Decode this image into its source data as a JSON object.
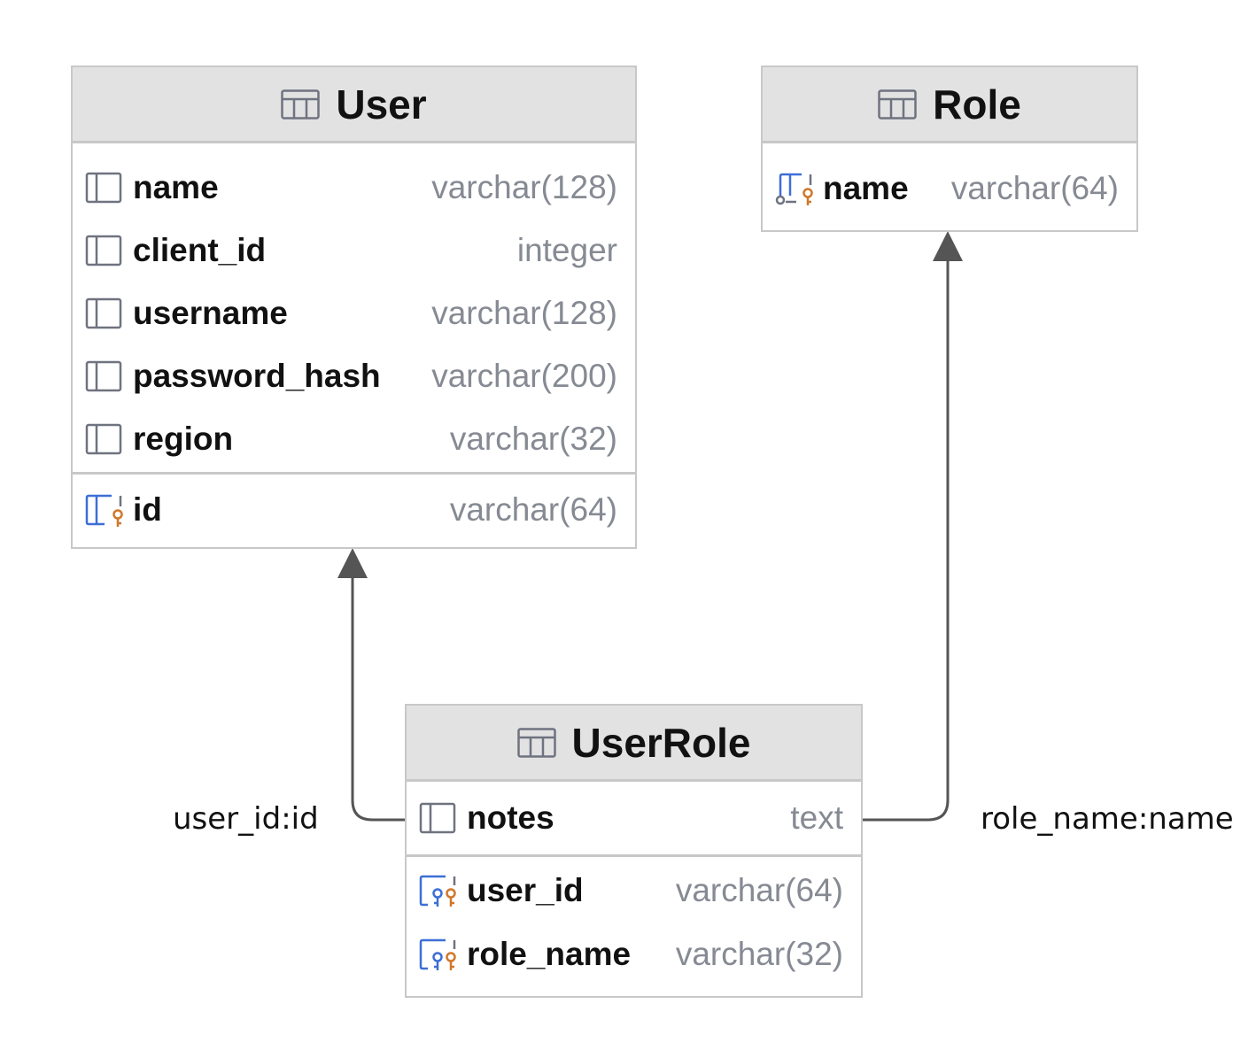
{
  "entities": {
    "user": {
      "title": "User",
      "columns": [
        {
          "name": "name",
          "type": "varchar(128)"
        },
        {
          "name": "client_id",
          "type": "integer"
        },
        {
          "name": "username",
          "type": "varchar(128)"
        },
        {
          "name": "password_hash",
          "type": "varchar(200)"
        },
        {
          "name": "region",
          "type": "varchar(32)"
        }
      ],
      "keys": [
        {
          "name": "id",
          "type": "varchar(64)",
          "icon": "primary-key-icon"
        }
      ]
    },
    "role": {
      "title": "Role",
      "columns": [],
      "keys": [
        {
          "name": "name",
          "type": "varchar(64)",
          "icon": "primary-key-icon"
        }
      ]
    },
    "userrole": {
      "title": "UserRole",
      "columns": [
        {
          "name": "notes",
          "type": "text"
        }
      ],
      "keys": [
        {
          "name": "user_id",
          "type": "varchar(64)",
          "icon": "foreign-key-icon"
        },
        {
          "name": "role_name",
          "type": "varchar(32)",
          "icon": "foreign-key-icon"
        }
      ]
    }
  },
  "relations": [
    {
      "label": "user_id:id",
      "from": "UserRole.user_id",
      "to": "User.id"
    },
    {
      "label": "role_name:name",
      "from": "UserRole.role_name",
      "to": "Role.name"
    }
  ],
  "colors": {
    "header_bg": "#e2e2e2",
    "border": "#c8c8c8",
    "type_text": "#868a93",
    "column_icon": "#6f7380",
    "key_blue": "#3d6fd6",
    "key_orange": "#d0782b",
    "connector": "#555555"
  }
}
